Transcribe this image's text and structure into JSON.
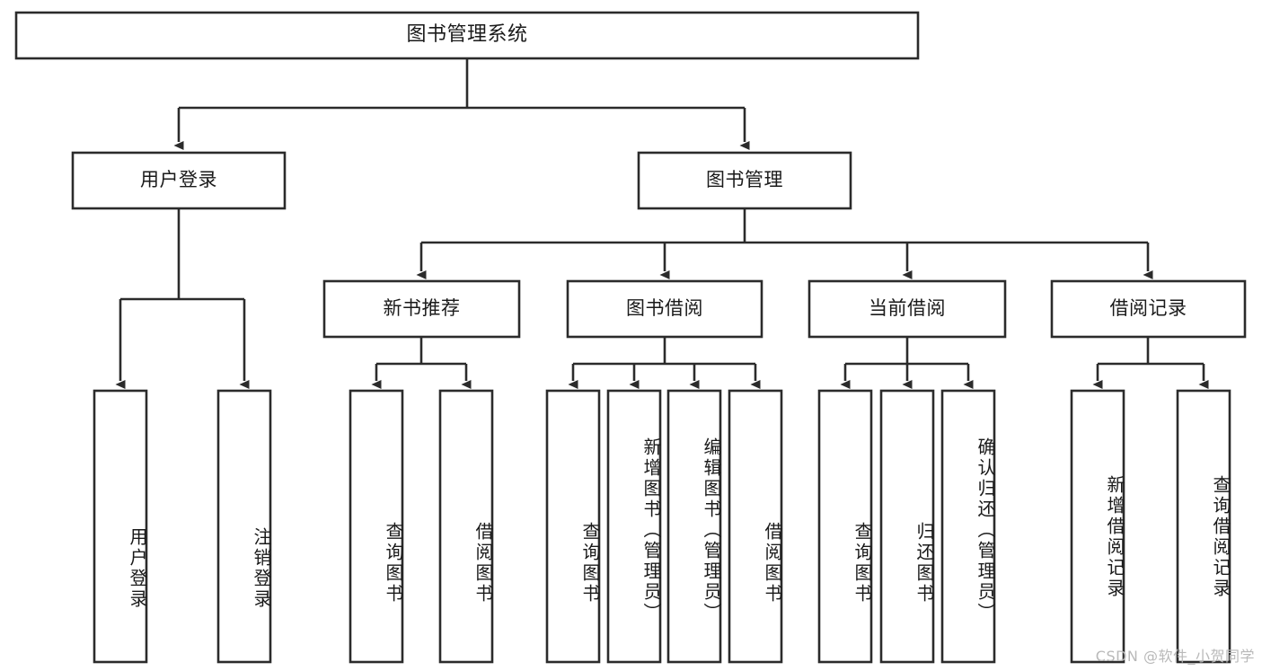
{
  "diagram": {
    "title": "图书管理系统",
    "type": "tree-hierarchy-diagram",
    "colors": {
      "box_stroke": "#2b2b2b",
      "box_fill": "#ffffff",
      "connector": "#2b2b2b",
      "text": "#1a1a1a",
      "watermark": "#b9b9b9",
      "background": "#ffffff"
    },
    "root": {
      "label": "图书管理系统"
    },
    "level2": [
      {
        "label": "用户登录"
      },
      {
        "label": "图书管理"
      }
    ],
    "level3": [
      {
        "label": "新书推荐"
      },
      {
        "label": "图书借阅"
      },
      {
        "label": "当前借阅"
      },
      {
        "label": "借阅记录"
      }
    ],
    "leaves": {
      "user_login": [
        {
          "label": "用户登录"
        },
        {
          "label": "注销登录"
        }
      ],
      "new_book_recommend": [
        {
          "label": "查询图书"
        },
        {
          "label": "借阅图书"
        }
      ],
      "book_borrow": [
        {
          "label": "查询图书"
        },
        {
          "label": "新增图书（管理员）"
        },
        {
          "label": "编辑图书（管理员）"
        },
        {
          "label": "借阅图书"
        }
      ],
      "current_borrow": [
        {
          "label": "查询图书"
        },
        {
          "label": "归还图书"
        },
        {
          "label": "确认归还（管理员）"
        }
      ],
      "borrow_record": [
        {
          "label": "新增借阅记录"
        },
        {
          "label": "查询借阅记录"
        }
      ]
    },
    "watermark": "CSDN @软件_小贺同学"
  }
}
